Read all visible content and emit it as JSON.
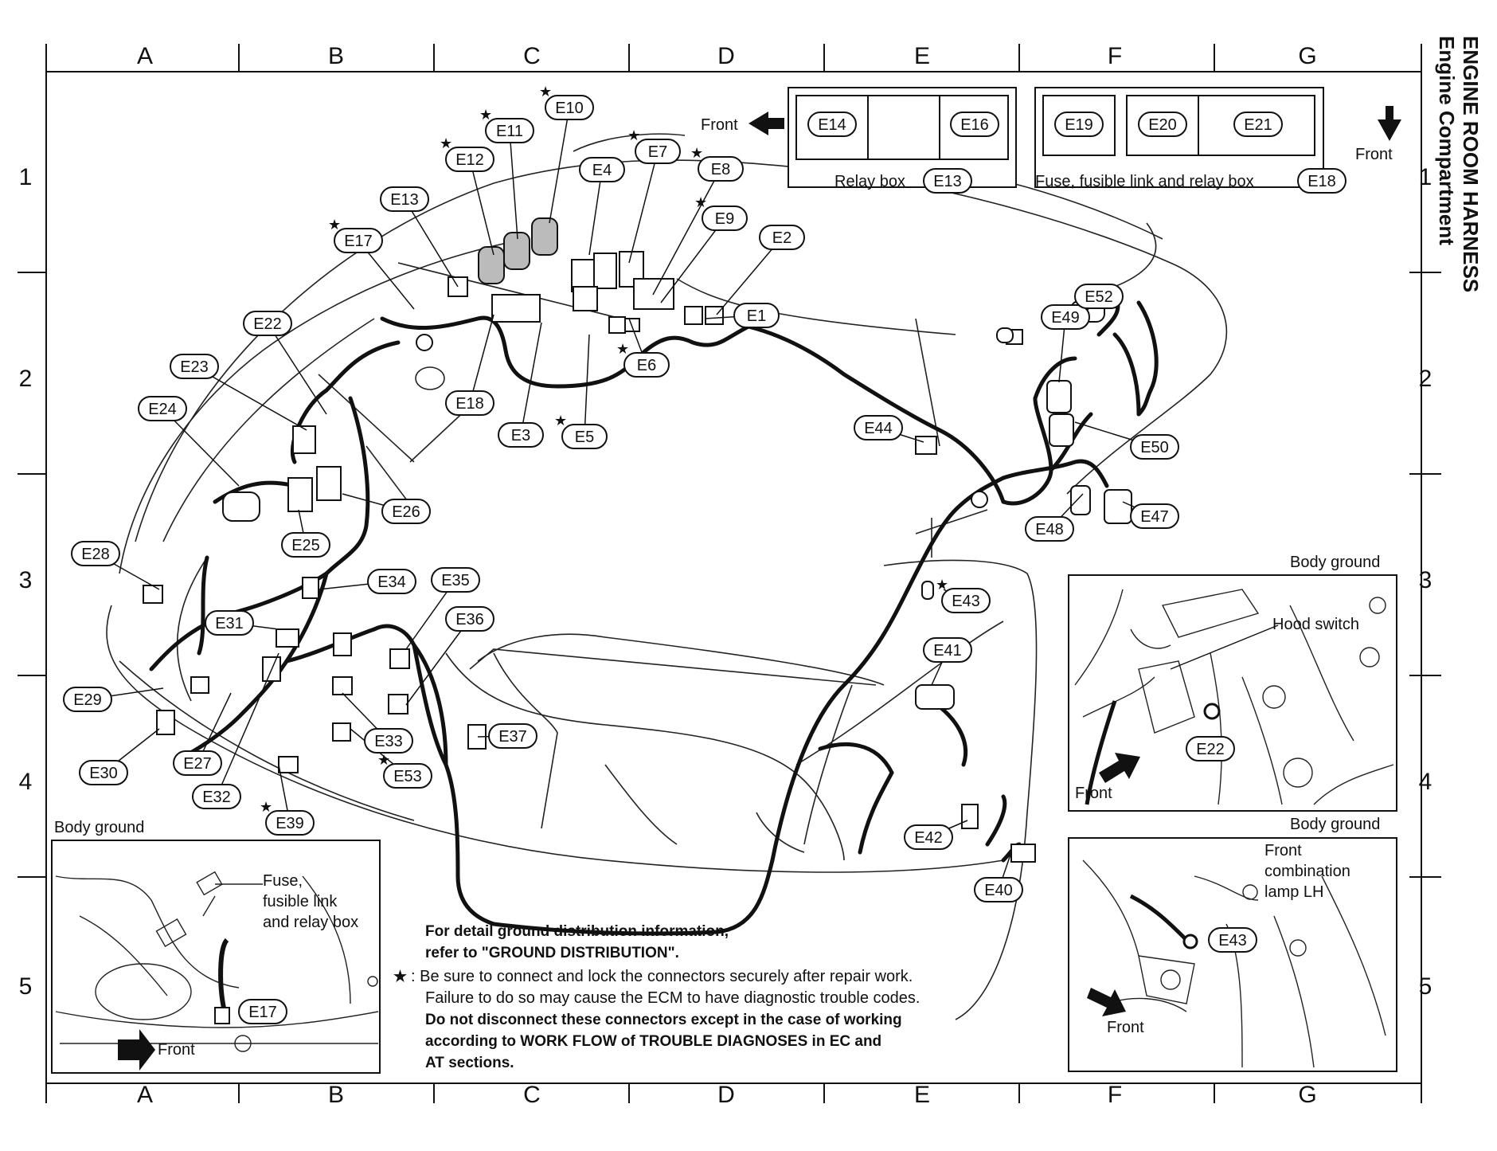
{
  "title": {
    "main": "ENGINE ROOM HARNESS",
    "sub": "Engine Compartment"
  },
  "grid": {
    "columns": [
      "A",
      "B",
      "C",
      "D",
      "E",
      "F",
      "G"
    ],
    "rows": [
      "1",
      "2",
      "3",
      "4",
      "5"
    ]
  },
  "relay_box": {
    "front_label": "Front",
    "slots": [
      "E14",
      "E16"
    ],
    "caption": "Relay box",
    "caption_ref": "E13"
  },
  "fuse_box": {
    "front_label": "Front",
    "slots": [
      "E19",
      "E20",
      "E21"
    ],
    "caption": "Fuse, fusible link and relay box",
    "caption_ref": "E18"
  },
  "connectors": [
    {
      "id": "E1",
      "star": false
    },
    {
      "id": "E2",
      "star": false
    },
    {
      "id": "E3",
      "star": false
    },
    {
      "id": "E4",
      "star": false
    },
    {
      "id": "E5",
      "star": true
    },
    {
      "id": "E6",
      "star": true
    },
    {
      "id": "E7",
      "star": true
    },
    {
      "id": "E8",
      "star": true
    },
    {
      "id": "E9",
      "star": true
    },
    {
      "id": "E10",
      "star": true
    },
    {
      "id": "E11",
      "star": true
    },
    {
      "id": "E12",
      "star": true
    },
    {
      "id": "E13",
      "star": false
    },
    {
      "id": "E17",
      "star": true
    },
    {
      "id": "E18",
      "star": false
    },
    {
      "id": "E22",
      "star": false
    },
    {
      "id": "E23",
      "star": false
    },
    {
      "id": "E24",
      "star": false
    },
    {
      "id": "E25",
      "star": false
    },
    {
      "id": "E26",
      "star": false
    },
    {
      "id": "E27",
      "star": false
    },
    {
      "id": "E28",
      "star": false
    },
    {
      "id": "E29",
      "star": false
    },
    {
      "id": "E30",
      "star": false
    },
    {
      "id": "E31",
      "star": false
    },
    {
      "id": "E32",
      "star": false
    },
    {
      "id": "E33",
      "star": false
    },
    {
      "id": "E34",
      "star": false
    },
    {
      "id": "E35",
      "star": false
    },
    {
      "id": "E36",
      "star": false
    },
    {
      "id": "E37",
      "star": false
    },
    {
      "id": "E39",
      "star": true
    },
    {
      "id": "E40",
      "star": false
    },
    {
      "id": "E41",
      "star": false
    },
    {
      "id": "E42",
      "star": false
    },
    {
      "id": "E43",
      "star": true
    },
    {
      "id": "E44",
      "star": false
    },
    {
      "id": "E47",
      "star": false
    },
    {
      "id": "E48",
      "star": false
    },
    {
      "id": "E49",
      "star": false
    },
    {
      "id": "E50",
      "star": false
    },
    {
      "id": "E52",
      "star": false
    },
    {
      "id": "E53",
      "star": true
    }
  ],
  "inset_left": {
    "title": "Body ground",
    "callout_lines": [
      "Fuse,",
      "fusible link",
      "and relay box"
    ],
    "connector": "E17",
    "front_label": "Front"
  },
  "inset_hood": {
    "title": "Body ground",
    "callout": "Hood switch",
    "connector": "E22",
    "front_label": "Front"
  },
  "inset_lamp": {
    "title": "Body ground",
    "callout_lines": [
      "Front",
      "combination",
      "lamp LH"
    ],
    "connector": "E43",
    "front_label": "Front"
  },
  "notes": {
    "ground_line1": "For detail ground distribution information,",
    "ground_line2": "refer to \"GROUND DISTRIBUTION\".",
    "star_symbol": "★",
    "star_line1": ": Be sure to connect and lock the connectors securely after repair work.",
    "star_line2": "Failure to do so may cause the ECM to have diagnostic trouble codes.",
    "star_line3": "Do not disconnect these connectors except in the case of working",
    "star_line4": "according to WORK FLOW of TROUBLE DIAGNOSES in EC and",
    "star_line5": "AT sections."
  }
}
